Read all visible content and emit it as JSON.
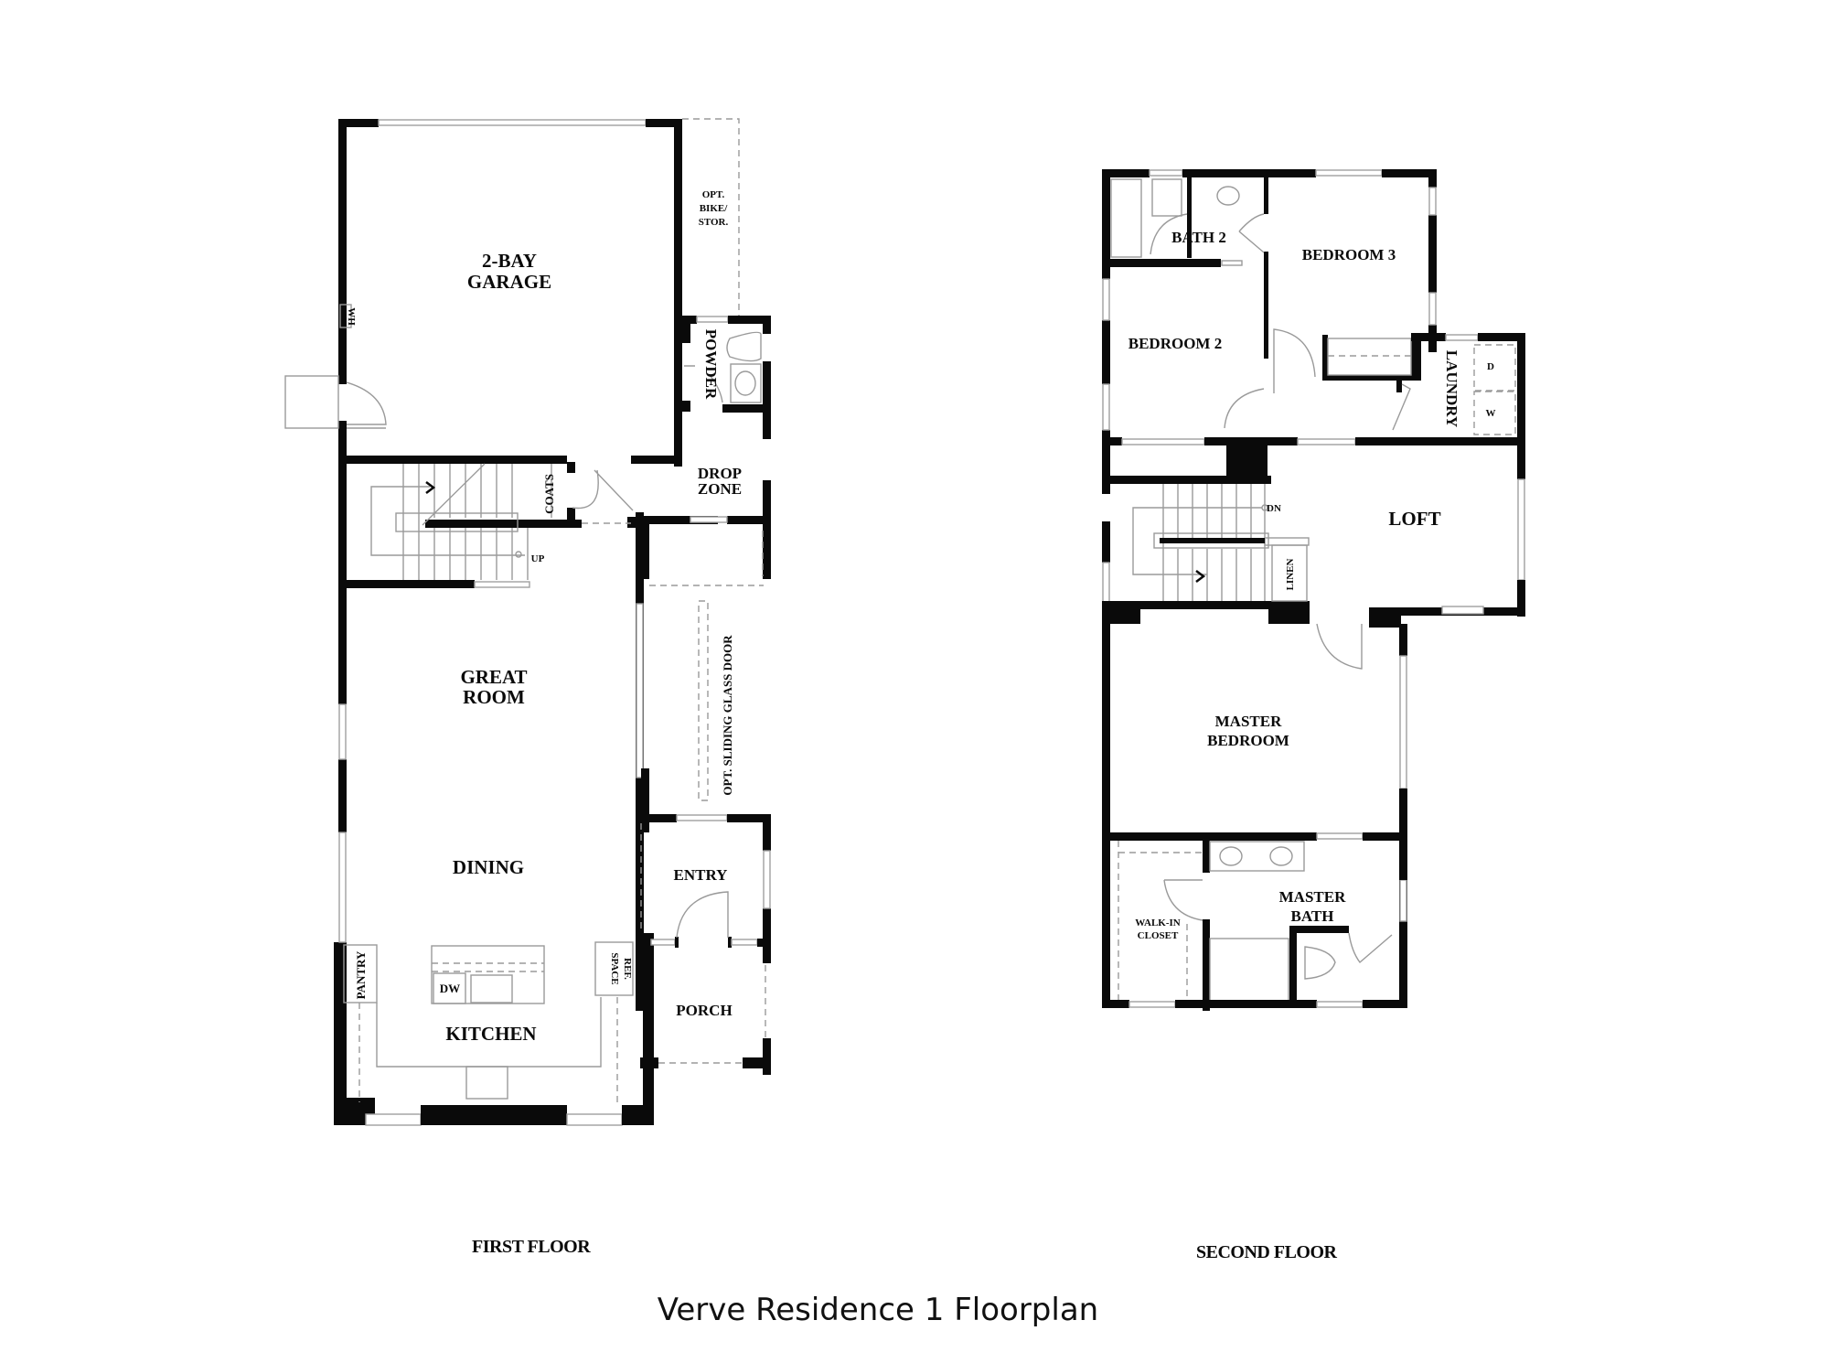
{
  "title": "Verve Residence 1 Floorplan",
  "first_floor": {
    "label": "FIRST FLOOR",
    "rooms": {
      "garage_l1": "2-BAY",
      "garage_l2": "GARAGE",
      "bike_l1": "OPT.",
      "bike_l2": "BIKE/",
      "bike_l3": "STOR.",
      "wh": "WH",
      "powder": "POWDER",
      "drop_l1": "DROP",
      "drop_l2": "ZONE",
      "coats": "COATS",
      "up": "UP",
      "great_l1": "GREAT",
      "great_l2": "ROOM",
      "sliding": "OPT. SLIDING GLASS DOOR",
      "dining": "DINING",
      "entry": "ENTRY",
      "pantry": "PANTRY",
      "dw": "DW",
      "ref_l1": "REF.",
      "ref_l2": "SPACE",
      "kitchen": "KITCHEN",
      "porch": "PORCH"
    }
  },
  "second_floor": {
    "label": "SECOND FLOOR",
    "rooms": {
      "bath2": "BATH 2",
      "bedroom3": "BEDROOM 3",
      "bedroom2": "BEDROOM 2",
      "laundry": "LAUNDRY",
      "dryer": "D",
      "washer": "W",
      "dn": "DN",
      "loft": "LOFT",
      "linen": "LINEN",
      "master_l1": "MASTER",
      "master_l2": "BEDROOM",
      "mbath_l1": "MASTER",
      "mbath_l2": "BATH",
      "closet_l1": "WALK-IN",
      "closet_l2": "CLOSET"
    }
  },
  "colors": {
    "wall": "#0a0a0a",
    "fixture_line": "#9a9a9a",
    "background": "#ffffff"
  }
}
